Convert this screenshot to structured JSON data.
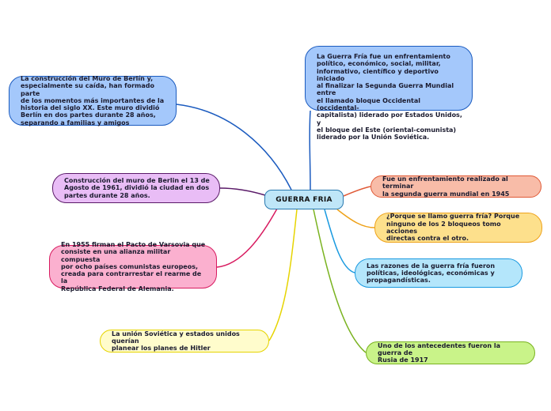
{
  "central": {
    "label": "GUERRA FRIA"
  },
  "nodes": {
    "guerra_fria": "La Guerra Fría fue un enfrentamiento\npolítico, económico, social, militar,\ninformativo, científico y deportivo iniciado\nal finalizar la Segunda Guerra Mundial entre\nel llamado bloque Occidental (occidental-\ncapitalista) liderado por Estados Unidos, y\nel bloque del Este (oriental-comunista)\nliderado por la Unión Soviética.",
    "muro_berlin": "La construcción del Muro de Berlín y,\nespecialmente su caída, han formado parte\nde los momentos más importantes de la\nhistoria del siglo XX. Este muro dividió\nBerlín en dos partes durante 28 años,\nseparando a familias y amigos",
    "construccion": "Construcción del muro de Berlin el 13 de\nAgosto de 1961, dividió la ciudad en dos\npartes durante 28 años.",
    "varsovia": "En 1955 firman el Pacto de Varsovia que\nconsiste en una alianza militar compuesta\npor ocho países comunistas europeos,\ncreada para contrarrestar el rearme de la\nRepública Federal de Alemania.",
    "union": "La unión Soviética y estados unidos querían\nplanear los planes de Hitler",
    "enfrentamiento": "Fue un enfrentamiento realizado al terminar\nla segunda guerra mundial en 1945",
    "porque": "¿Porque se llamo guerra fría? Porque\nninguno de los 2 bloqueos tomo acciones\ndirectas contra el otro.",
    "razones": "Las razones de la guerra fría fueron\npolíticas, ideológicas, económicas y\npropagandísticas.",
    "antecedentes": "Uno de los antecedentes fueron la guerra de\nRusia de 1917"
  },
  "colors": {
    "guerra_fria": "#1b5bbf",
    "muro_berlin": "#1b5bbf",
    "construccion": "#5a1a68",
    "varsovia": "#d81b60",
    "union": "#e6d400",
    "enfrentamiento": "#e05a37",
    "porque": "#eea21a",
    "razones": "#1a9ae0",
    "antecedentes": "#7ab320"
  }
}
